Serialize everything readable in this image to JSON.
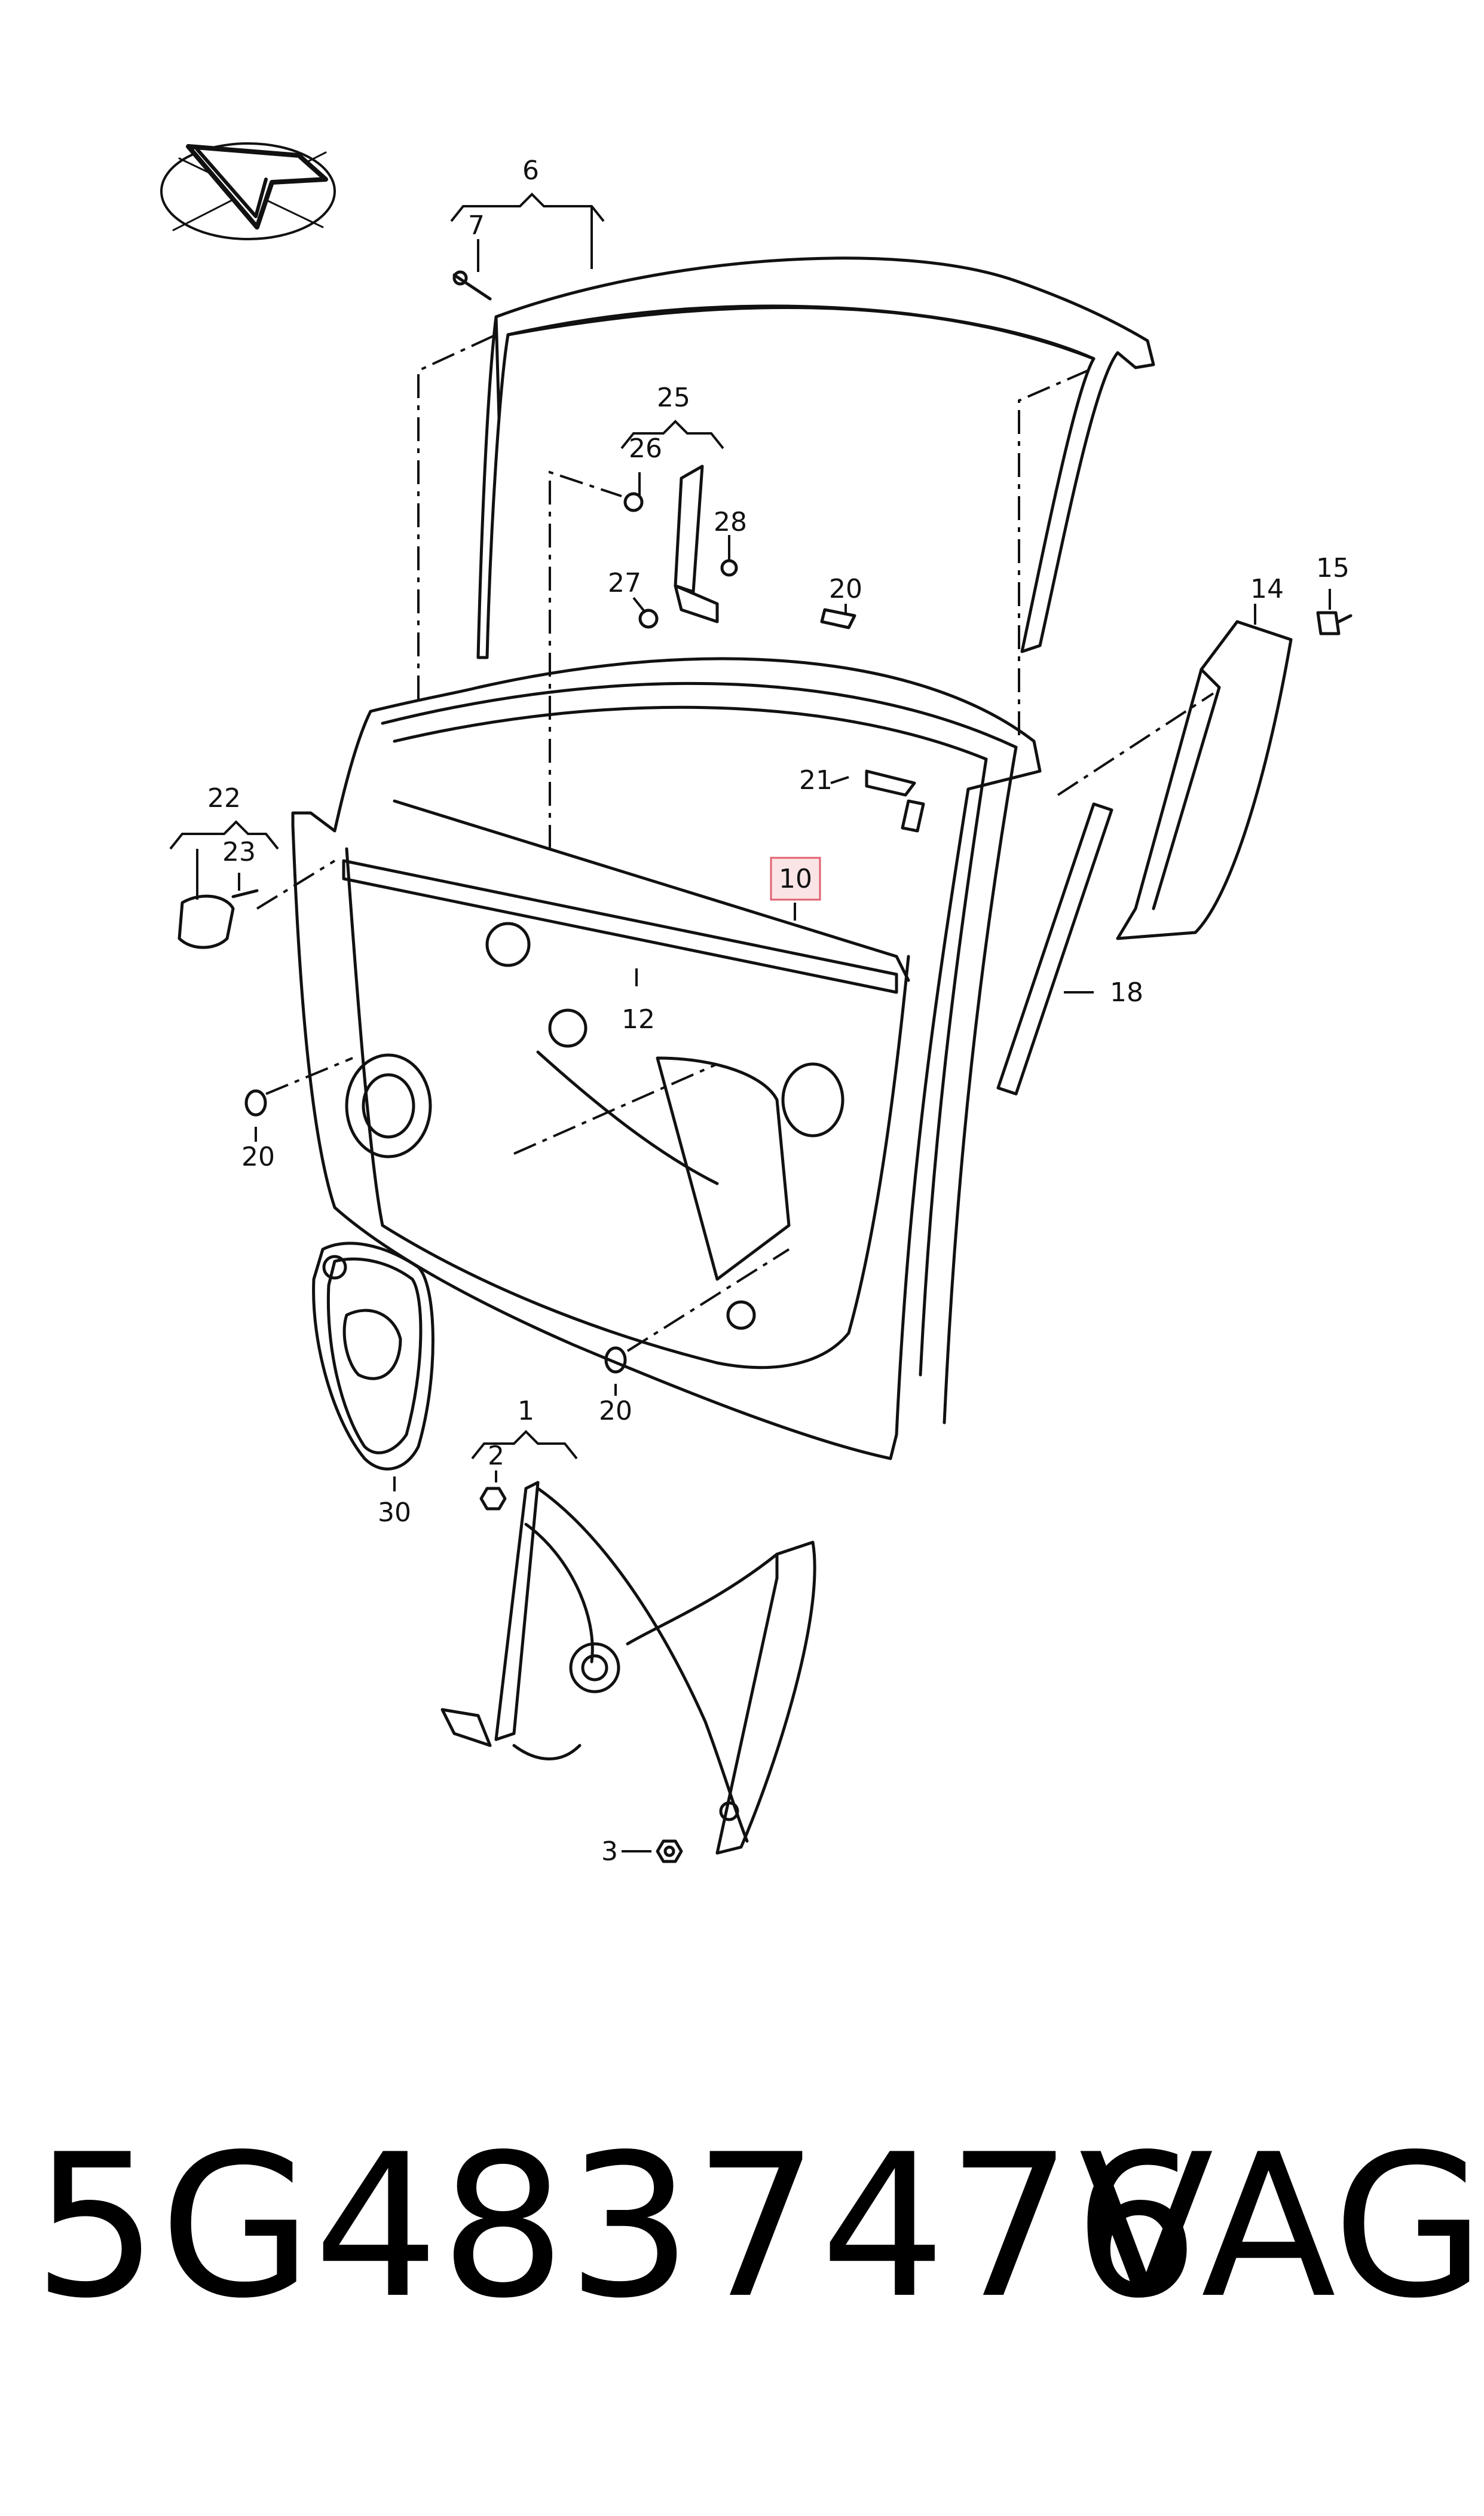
{
  "diagram": {
    "callouts": {
      "c1": "1",
      "c2": "2",
      "c3": "3",
      "c6": "6",
      "c7": "7",
      "c10": "10",
      "c12": "12",
      "c14": "14",
      "c15": "15",
      "c18": "18",
      "c20a": "20",
      "c20b": "20",
      "c20c": "20",
      "c21": "21",
      "c22": "22",
      "c23": "23",
      "c25": "25",
      "c26": "26",
      "c27": "27",
      "c28": "28",
      "c30": "30"
    },
    "highlighted_callout": "10",
    "highlight_color": "#e06070",
    "line_color": "#111111"
  },
  "footer": {
    "part_number": "5G4837476",
    "brand": "VAG"
  }
}
